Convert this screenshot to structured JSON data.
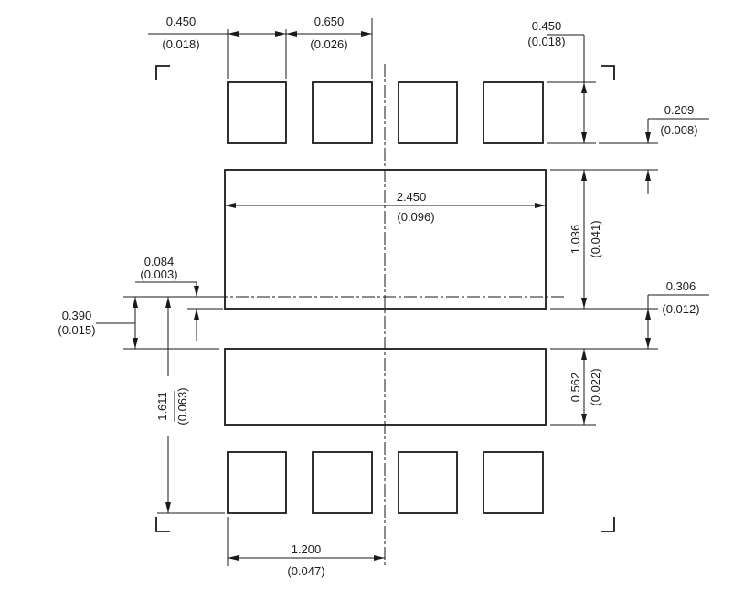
{
  "dimensions": {
    "pad_width": {
      "mm": "0.450",
      "inch": "(0.018)"
    },
    "pad_pitch": {
      "mm": "0.650",
      "inch": "(0.026)"
    },
    "pad_height": {
      "mm": "0.450",
      "inch": "(0.018)"
    },
    "pad_gap_to_large": {
      "mm": "0.209",
      "inch": "(0.008)"
    },
    "large_pad_width": {
      "mm": "2.450",
      "inch": "(0.096)"
    },
    "upper_large_pad_height": {
      "mm": "1.036",
      "inch": "(0.041)"
    },
    "large_pad_gap": {
      "mm": "0.306",
      "inch": "(0.012)"
    },
    "lower_large_pad_height": {
      "mm": "0.562",
      "inch": "(0.022)"
    },
    "centerline_offset": {
      "mm": "0.084",
      "inch": "(0.003)"
    },
    "center_to_lower_pad": {
      "mm": "0.390",
      "inch": "(0.015)"
    },
    "center_to_bottom_pads": {
      "mm": "1.611",
      "inch": "(0.063)"
    },
    "half_width": {
      "mm": "1.200",
      "inch": "(0.047)"
    }
  }
}
